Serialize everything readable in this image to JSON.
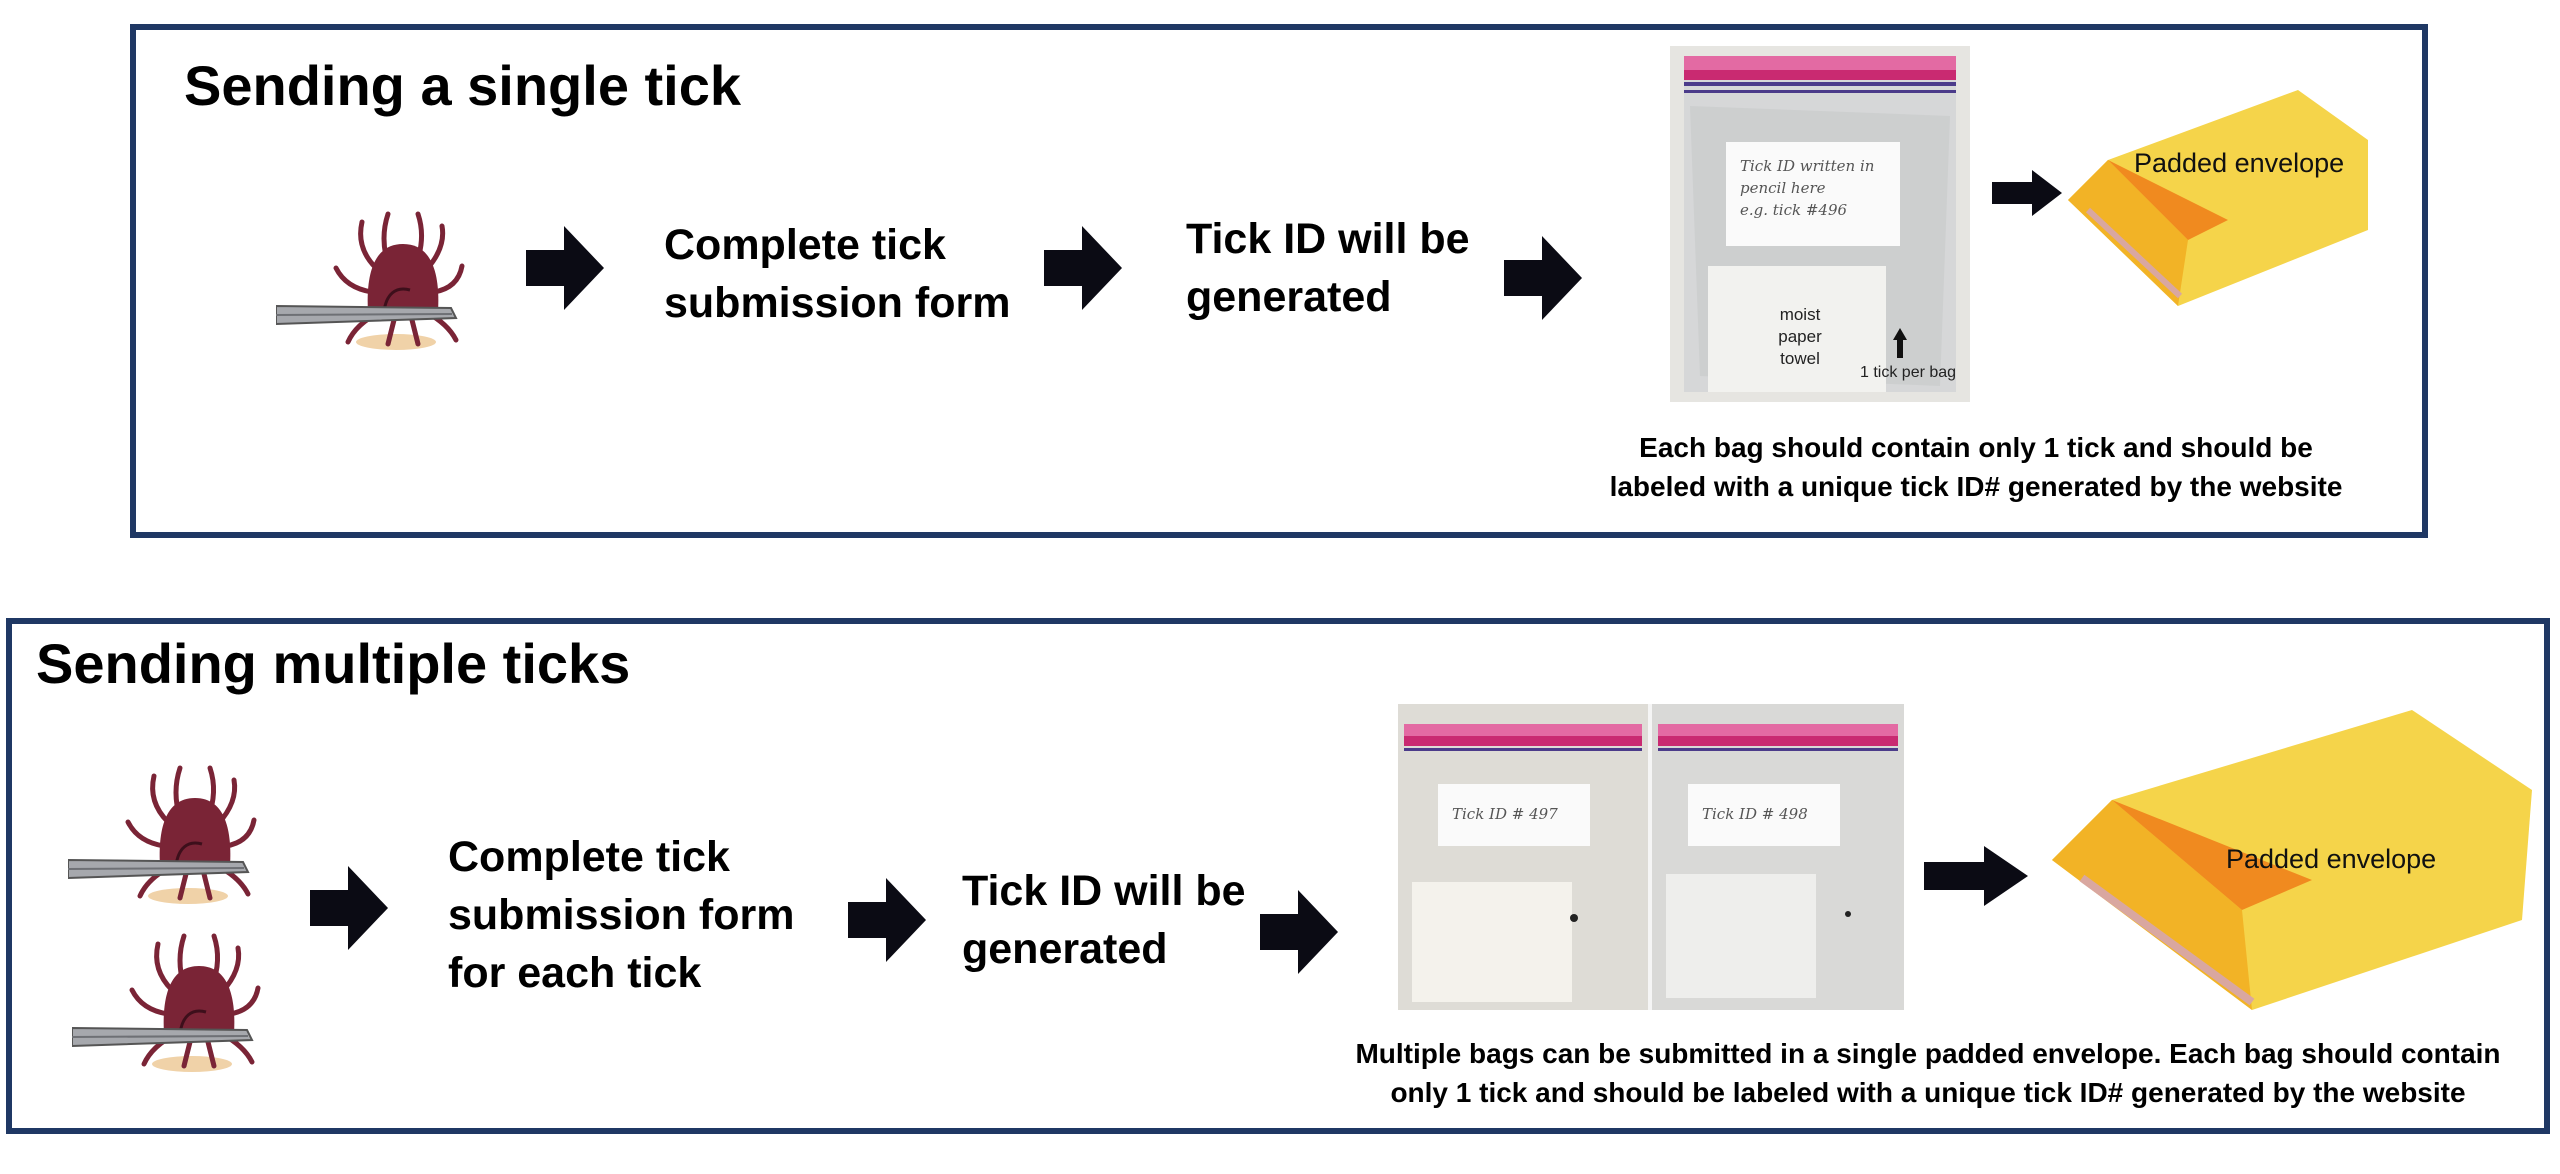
{
  "single": {
    "title": "Sending a single tick",
    "step1": "Complete tick submission form",
    "step2": "Tick ID will be generated",
    "bag": {
      "note_line1": "Tick ID written in",
      "note_line2": "pencil here",
      "note_line3": "e.g. tick #496",
      "towel_line1": "moist",
      "towel_line2": "paper",
      "towel_line3": "towel",
      "tick_label": "1 tick per bag"
    },
    "envelope_label": "Padded envelope",
    "caption_line1": "Each bag should contain only 1 tick and should be",
    "caption_line2": "labeled with a unique tick ID# generated by the website"
  },
  "multi": {
    "title": "Sending multiple ticks",
    "step1_line1": "Complete tick",
    "step1_line2": "submission form",
    "step1_line3": "for each tick",
    "step2": "Tick ID will be generated",
    "bag1_note": "Tick ID # 497",
    "bag2_note": "Tick ID # 498",
    "envelope_label": "Padded envelope",
    "caption_line1": "Multiple bags can be submitted in a single padded envelope. Each bag should contain",
    "caption_line2": "only 1 tick and should be labeled with a unique tick ID# generated by the website"
  },
  "colors": {
    "border": "#1f3864",
    "arrow": "#0b0b14",
    "tick_body": "#7a2436",
    "envelope": "#f5d44a",
    "bag_zip": "#d9327a"
  },
  "icons": [
    "tick-in-tweezers-icon",
    "right-arrow-icon",
    "zip-bag-icon",
    "padded-envelope-icon"
  ]
}
